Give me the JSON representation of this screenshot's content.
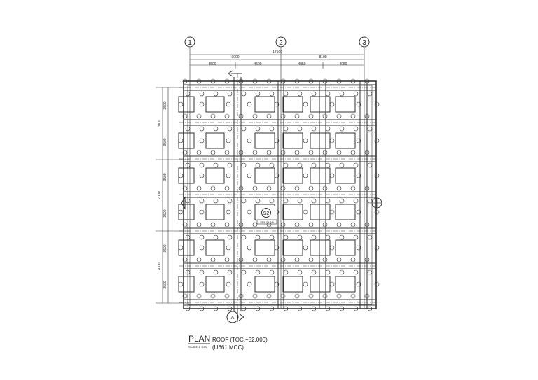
{
  "grid": {
    "axes": [
      "1",
      "2",
      "3"
    ],
    "overall_dim": "17100",
    "major_dims": [
      "9000",
      "8100"
    ],
    "minor_dims": [
      "4500",
      "4500",
      "4050",
      "4050"
    ],
    "left_major_dims": [
      "7000",
      "7000",
      "7000"
    ],
    "left_minor_dims": [
      "3500",
      "3500",
      "3500",
      "3500",
      "3500",
      "3500"
    ]
  },
  "plan_mark": "S2",
  "plan_mark_sub": "SEE PLAN",
  "section_mark": "A",
  "title": {
    "main": "PLAN",
    "scale": "SCALE 1 : 100",
    "level": "ROOF (TOC.+52.000)",
    "subtitle": "(U661 MCC)"
  }
}
